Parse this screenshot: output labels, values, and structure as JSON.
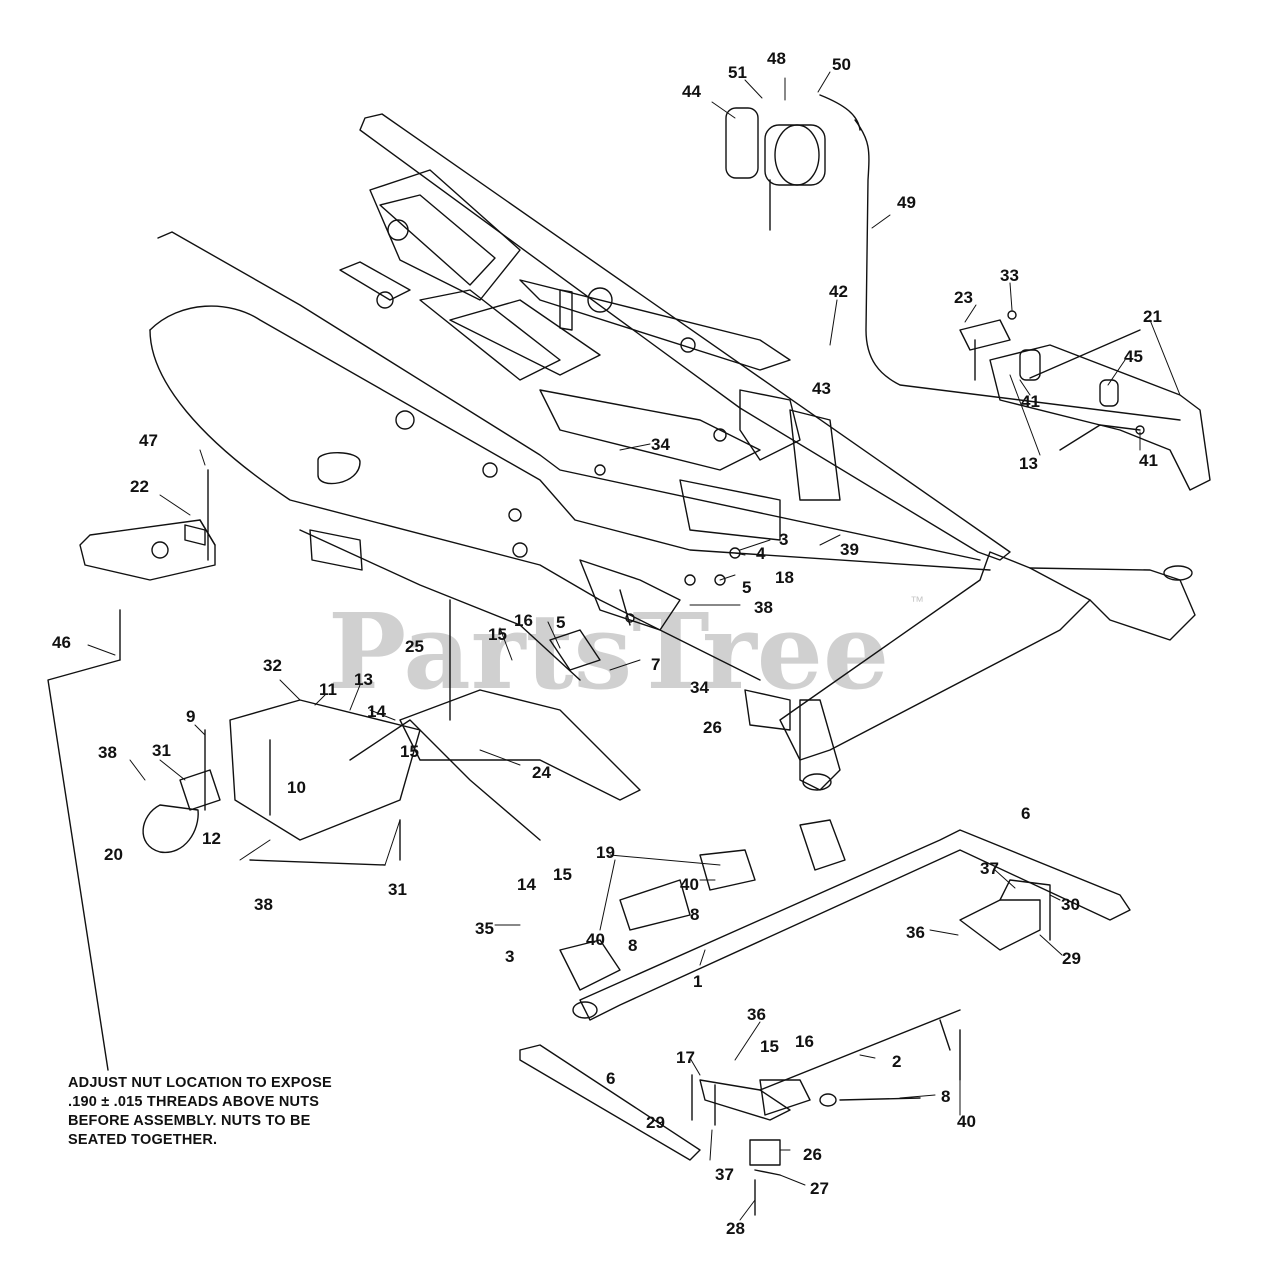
{
  "watermark": {
    "brand": "PartsTree",
    "trademark": "™"
  },
  "note": {
    "lines": [
      "ADJUST NUT LOCATION TO EXPOSE",
      ".190 ± .015 THREADS ABOVE NUTS",
      "BEFORE ASSEMBLY. NUTS TO BE",
      "SEATED TOGETHER."
    ]
  },
  "callouts": [
    {
      "label": "51"
    },
    {
      "label": "48"
    },
    {
      "label": "50"
    },
    {
      "label": "44"
    },
    {
      "label": "49"
    },
    {
      "label": "33"
    },
    {
      "label": "42"
    },
    {
      "label": "23"
    },
    {
      "label": "21"
    },
    {
      "label": "45"
    },
    {
      "label": "43"
    },
    {
      "label": "41"
    },
    {
      "label": "13"
    },
    {
      "label": "41"
    },
    {
      "label": "47"
    },
    {
      "label": "34"
    },
    {
      "label": "22"
    },
    {
      "label": "3"
    },
    {
      "label": "39"
    },
    {
      "label": "4"
    },
    {
      "label": "18"
    },
    {
      "label": "5"
    },
    {
      "label": "38"
    },
    {
      "label": "16"
    },
    {
      "label": "5"
    },
    {
      "label": "46"
    },
    {
      "label": "15"
    },
    {
      "label": "25"
    },
    {
      "label": "7"
    },
    {
      "label": "32"
    },
    {
      "label": "13"
    },
    {
      "label": "11"
    },
    {
      "label": "34"
    },
    {
      "label": "14"
    },
    {
      "label": "9"
    },
    {
      "label": "26"
    },
    {
      "label": "38"
    },
    {
      "label": "31"
    },
    {
      "label": "15"
    },
    {
      "label": "24"
    },
    {
      "label": "10"
    },
    {
      "label": "12"
    },
    {
      "label": "6"
    },
    {
      "label": "20"
    },
    {
      "label": "19"
    },
    {
      "label": "15"
    },
    {
      "label": "14"
    },
    {
      "label": "40"
    },
    {
      "label": "37"
    },
    {
      "label": "31"
    },
    {
      "label": "38"
    },
    {
      "label": "30"
    },
    {
      "label": "8"
    },
    {
      "label": "35"
    },
    {
      "label": "36"
    },
    {
      "label": "40"
    },
    {
      "label": "8"
    },
    {
      "label": "29"
    },
    {
      "label": "3"
    },
    {
      "label": "1"
    },
    {
      "label": "36"
    },
    {
      "label": "17"
    },
    {
      "label": "15"
    },
    {
      "label": "16"
    },
    {
      "label": "6"
    },
    {
      "label": "2"
    },
    {
      "label": "8"
    },
    {
      "label": "29"
    },
    {
      "label": "40"
    },
    {
      "label": "26"
    },
    {
      "label": "37"
    },
    {
      "label": "27"
    },
    {
      "label": "28"
    }
  ]
}
